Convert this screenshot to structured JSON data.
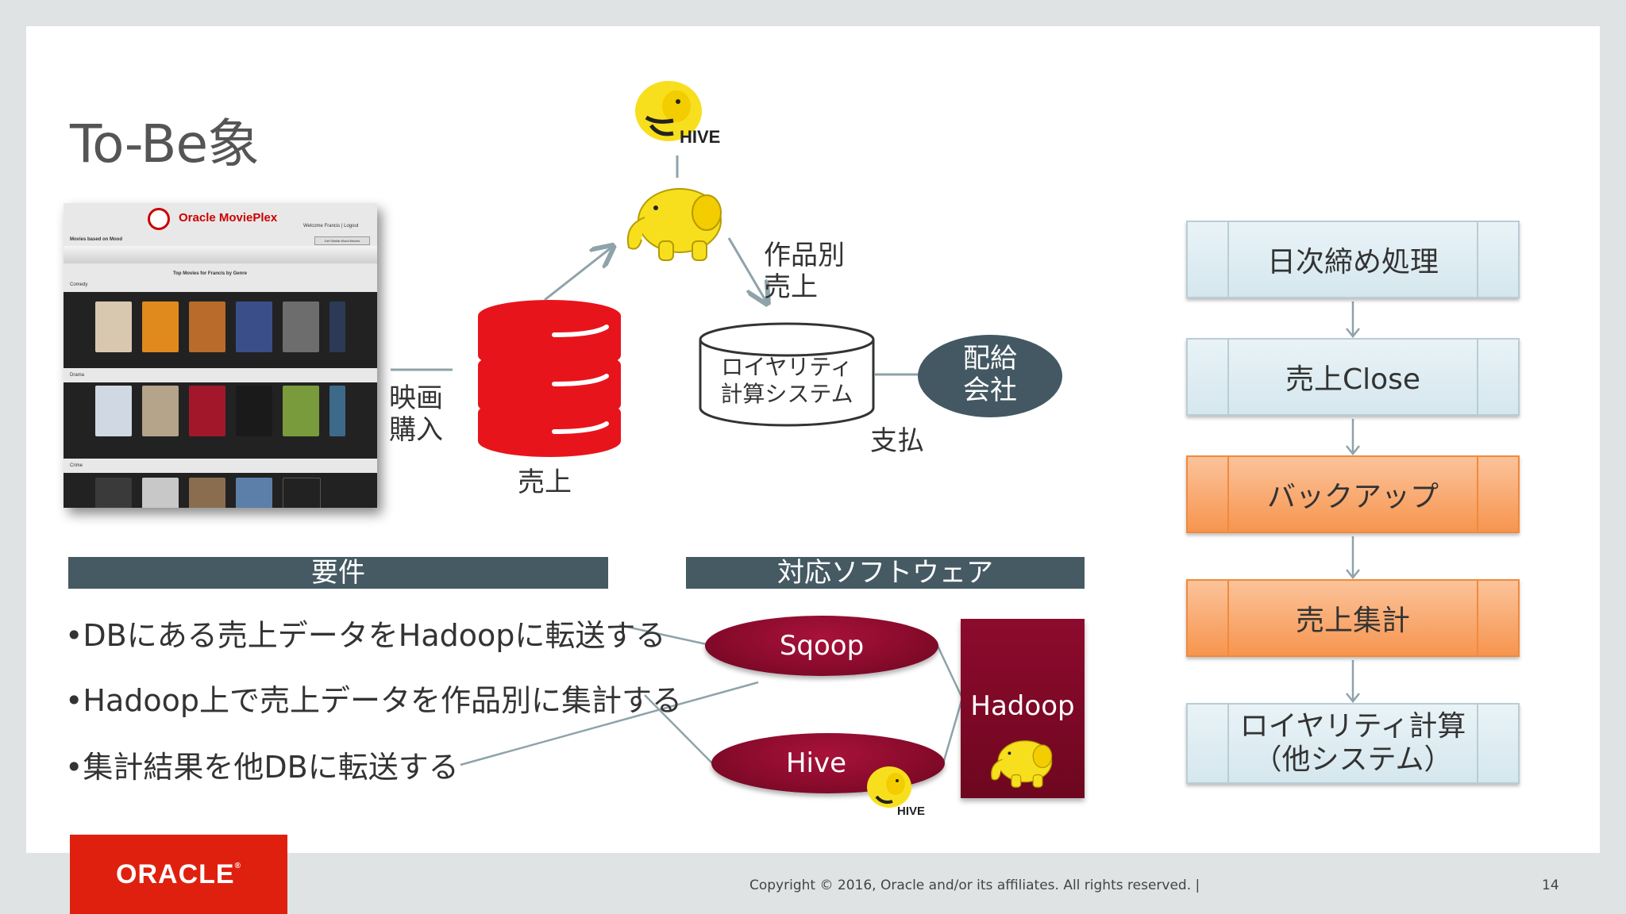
{
  "slide": {
    "title": "To-Be象",
    "logo_text": "ORACLE",
    "copyright": "Copyright © 2016, Oracle and/or its affiliates. All rights reserved.  |",
    "page_number": "14"
  },
  "screenshot": {
    "app_name": "Oracle MoviePlex",
    "welcome": "Welcome Francis | Logout",
    "mood_label": "Movies based on Mood",
    "mood_button": "Get Similar Mood Movies",
    "top_label": "Top Movies for Francis by Genre",
    "rows": [
      "Comedy",
      "Drama",
      "Crime"
    ]
  },
  "diagram": {
    "movie_purchase": "映画\n購入",
    "sales_db_label": "売上",
    "per_title_sales": "作品別\n売上",
    "royalty_system": "ロイヤリティ\n計算システム",
    "distributor": "配給\n会社",
    "payment": "支払",
    "hive_logo": "HIVE"
  },
  "requirements": {
    "header": "要件",
    "items": [
      "•DBにある売上データをHadoopに転送する",
      "•Hadoop上で売上データを作品別に集計する",
      "•集計結果を他DBに転送する"
    ]
  },
  "software": {
    "header": "対応ソフトウェア",
    "sqoop": "Sqoop",
    "hive": "Hive",
    "hadoop": "Hadoop",
    "hive_logo": "HIVE"
  },
  "flow": {
    "steps": [
      {
        "label": "日次締め処理",
        "style": "blue"
      },
      {
        "label": "売上Close",
        "style": "blue"
      },
      {
        "label": "バックアップ",
        "style": "orange"
      },
      {
        "label": "売上集計",
        "style": "orange"
      },
      {
        "label": "ロイヤリティ計算\n（他システム）",
        "style": "blue"
      }
    ]
  },
  "colors": {
    "bar": "#455a63",
    "database_red": "#e8141c",
    "crimson": "#8a0b2c",
    "oracle_red": "#e0200f",
    "flow_blue": "#d5e7ee",
    "flow_orange": "#f7954f"
  }
}
